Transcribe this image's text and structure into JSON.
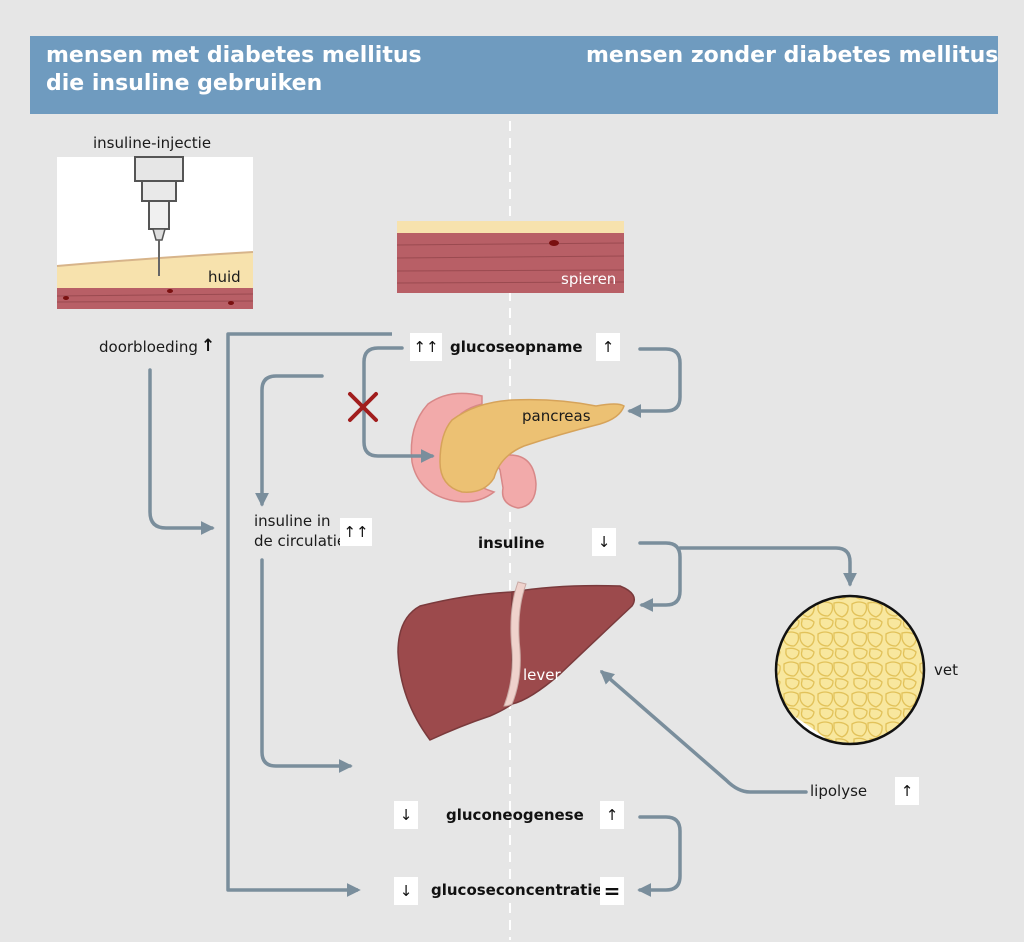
{
  "header": {
    "left_line1": "mensen met diabetes mellitus",
    "left_line2": "die insuline gebruiken",
    "right": "mensen zonder diabetes mellitus"
  },
  "labels": {
    "injection": "insuline-injectie",
    "skin": "huid",
    "muscles": "spieren",
    "blood_flow": "doorbloeding",
    "glucose_uptake": "glucoseopname",
    "pancreas": "pancreas",
    "insulin_circulation_1": "insuline in",
    "insulin_circulation_2": "de circulatie",
    "insulin": "insuline",
    "liver": "lever",
    "fat": "vet",
    "lipolysis": "lipolyse",
    "gluconeogenesis": "gluconeogenese",
    "glucose_concentration": "glucoseconcentratie"
  },
  "indicators": {
    "blood_flow": "↑",
    "glucose_uptake_diabetes": "↑↑",
    "glucose_uptake_normal": "↑",
    "insulin_circulation": "↑↑",
    "insulin_normal": "↓",
    "lipolysis": "↑",
    "gluconeogenesis_diabetes": "↓",
    "gluconeogenesis_normal": "↑",
    "glucose_concentration_diabetes": "↓",
    "glucose_concentration_normal": "="
  },
  "colors": {
    "banner": "#6f9bbf",
    "arrow": "#7a8e9c",
    "muscle": "#b85f66",
    "skin": "#f7e2ad",
    "pancreas": "#ecc173",
    "liver": "#9c4a4c",
    "fat": "#f8e79e",
    "cross": "#a11d1d"
  }
}
